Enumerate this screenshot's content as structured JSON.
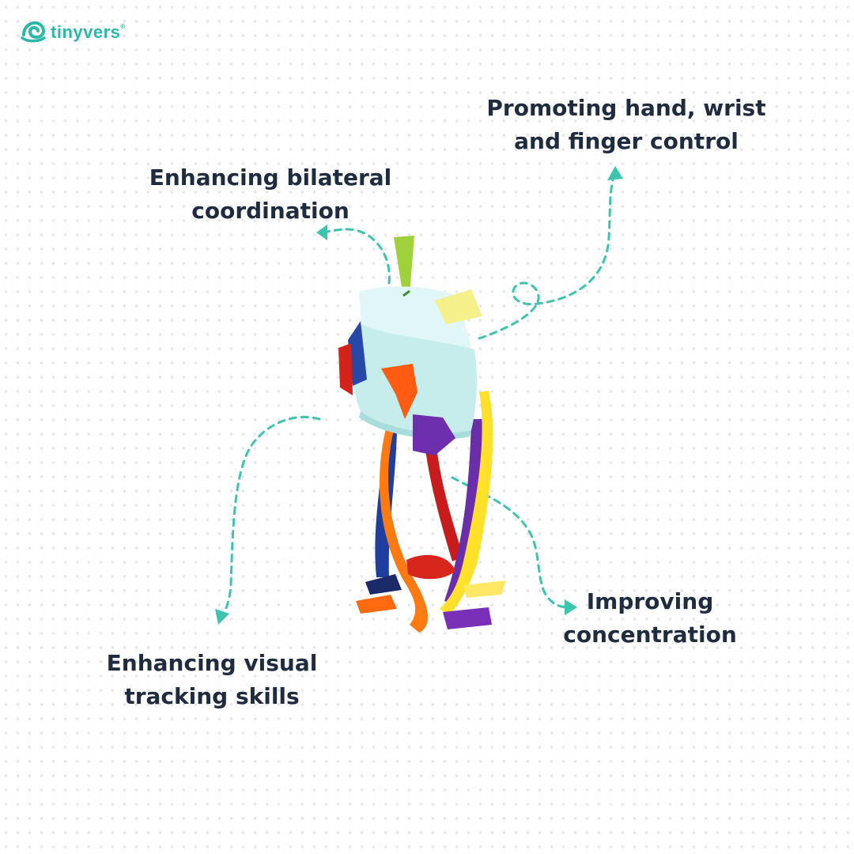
{
  "brand": {
    "name": "tinyvers",
    "registered_mark": "®",
    "color": "#2bb7a9"
  },
  "benefits": {
    "bilateral": {
      "lines": [
        "Enhancing bilateral",
        "coordination"
      ]
    },
    "hand_control": {
      "lines": [
        "Promoting hand, wrist",
        "and finger control"
      ]
    },
    "visual_tracking": {
      "lines": [
        "Enhancing visual",
        "tracking skills"
      ]
    },
    "concentration": {
      "lines": [
        "Improving",
        "concentration"
      ]
    }
  },
  "theme": {
    "text_color": "#1f2b3e",
    "arrow_color": "#3cc4ae",
    "background": "#ffffff"
  },
  "product": {
    "description_icon": "sensory-ribbon-cube-icon",
    "ribbon_colors": [
      "#e83a1f",
      "#ff7a12",
      "#ffe02a",
      "#6a2fa8",
      "#1f3e9e",
      "#c81b1b",
      "#9ed13a"
    ],
    "cube_color": "#cfeff0"
  }
}
